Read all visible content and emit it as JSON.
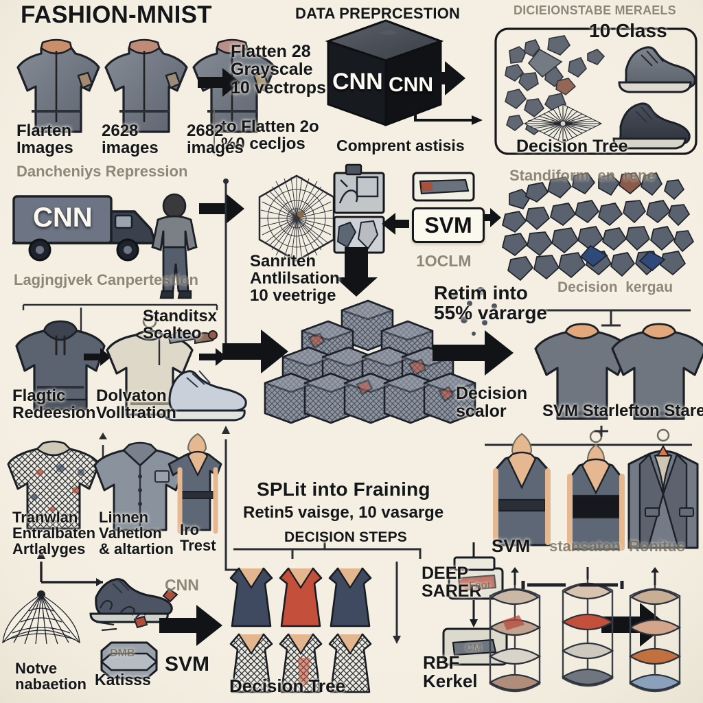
{
  "meta": {
    "background": "#f4efe2",
    "ink": "#15161a",
    "accent_box": "#fbf8ee",
    "garment_gray": "#6f7680",
    "garment_dark": "#3e4450",
    "skin": "#e3a87e",
    "red_dress": "#c4503c"
  },
  "headings": {
    "title": "FASHION-MNIST",
    "preprocess": "DATA PREPRCESTION",
    "models": "DICIEIONSTABE MERAELS",
    "decision_steps": "DECISION STEPS"
  },
  "labels": {
    "flatten_grayscale": "Flatten 28\nGrayscale\n10 vectrops",
    "to_flatten": "to Flatten 2o\n%0 cecljos",
    "component_analysis": "Comprent astisis",
    "flatten_images": "Flarten\nImages",
    "images_2828": "2628\nimages",
    "images_2682": "2682\nimages",
    "dimensionality": "Dancheniys Repression",
    "logistic": "Lagjngjvek Canpertestion",
    "sanitize": "Sanriten\nAntlilsation\n10 veetrige",
    "standard_scaler": "Standitsx\nScalteo",
    "elastic_regression": "Flagtic\nRedeesion",
    "derivation_validation": "Dolvaton\nVolltration",
    "ten_class": "10 Class",
    "decision_tree_top": "Decision Tree",
    "standiform": "Standiform  en  rene",
    "svm_box": "SVM",
    "toclm": "1OCLM",
    "decision_kernel": "Decision  kergau",
    "retain_into": "Retim into\n55% vararge",
    "decision_scalor": "Decision\nscalor",
    "svm_standard_store": "SVM Starlefton Stare",
    "transwlan": "Tranwlan\nEntralbaten\nArtlalyges",
    "linnen_validation": "Linnen\nVahetlon\n& altartion",
    "iro_trest": "Iro\nTrest",
    "split_into_training": "SPLit into Fraining",
    "retin_vaisge": "Retin5 vaisge, 10 vasarge",
    "svm_bottom_right": "SVM",
    "stansation": "stansaton",
    "ronitus": "Ronitus",
    "nove_habeetion": "Notve\nnabaetion",
    "katisss": "Katisss",
    "cnn_small": "CNN",
    "svm_bottom_left": "SVM",
    "decision_tree_bottom": "Decision Tree",
    "deep_saker": "DEEP\nSARER",
    "rbf_kernel": "RBF\nKerkel",
    "cnn_cube_front": "CNN",
    "cnn_cube_side": "CNN",
    "cnn_truck": "CNN",
    "feot_label": "Feot",
    "cm_label": "CM",
    "dmb_label": "DMB"
  },
  "icons": {
    "arrow": "arrow-right-icon",
    "cube": "cube-icon",
    "truck": "truck-icon",
    "sneaker": "sneaker-icon",
    "jacket": "jacket-icon",
    "hoodie": "hoodie-icon",
    "dress": "dress-icon",
    "blazer": "blazer-icon",
    "sweater": "sweater-icon",
    "shirt": "shirt-icon",
    "mannequin": "mannequin-icon",
    "rack": "display-rack-icon",
    "web": "radial-web-icon"
  }
}
